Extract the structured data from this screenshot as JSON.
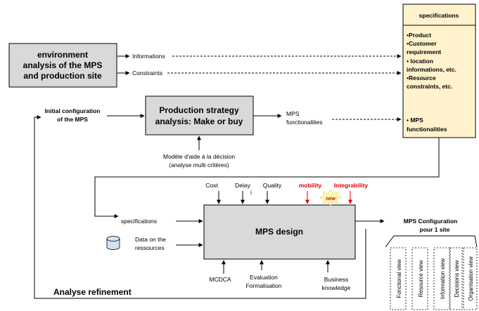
{
  "environment_box": {
    "line1": "environment",
    "line2": "analysis of the MPS",
    "line3": "and production site"
  },
  "informations": "Informations",
  "constraints": "Constraints",
  "specifications_panel": {
    "title": "specifications",
    "item1": "•Product",
    "item2a": "•Customer",
    "item2b": "requirement",
    "item3a": "• location",
    "item3b": "informations, etc.",
    "item4a": "•Resource",
    "item4b": "constraints, etc.",
    "item5a": "• MPS",
    "item5b": "functionalities"
  },
  "initial_config": {
    "line1": "Initial configuration",
    "line2": "of the MPS"
  },
  "strategy_box": {
    "line1": "Production strategy",
    "line2": "analysis: Make or buy"
  },
  "mps_functionalities": {
    "line1": "MPS",
    "line2": "functionalities"
  },
  "decision_model": {
    "line1": "Modèle d'aide à la décision",
    "line2": "(analyse multi critères)"
  },
  "inputs_top": {
    "cost": "Cost",
    "delay": "Delay",
    "delay_sub": "i",
    "quality": "Quality",
    "mobility": "mobility",
    "integrability": "Integrability",
    "new_badge": "new"
  },
  "inputs_left": {
    "specifications": "specifications",
    "data1": "Data on the",
    "data2": "ressources"
  },
  "mps_design": "MPS design",
  "inputs_bottom": {
    "mcdca": "MCDCA",
    "eval1": "Evaluation",
    "eval2": "Formalisation",
    "biz1": "Business",
    "biz2": "knowledge"
  },
  "mps_config": {
    "line1": "MPS Configuration",
    "line2": "pour 1 site"
  },
  "views": [
    "Fonctional view",
    "Resource view",
    "Information view",
    "Decisions view",
    "Organisation view"
  ],
  "analyse_refinement": "Analyse refinement",
  "colors": {
    "box_fill": "#d9d9d9",
    "spec_fill": "#fff2cc",
    "accent_red": "#e00000",
    "db_fill": "#cfe3f3"
  }
}
